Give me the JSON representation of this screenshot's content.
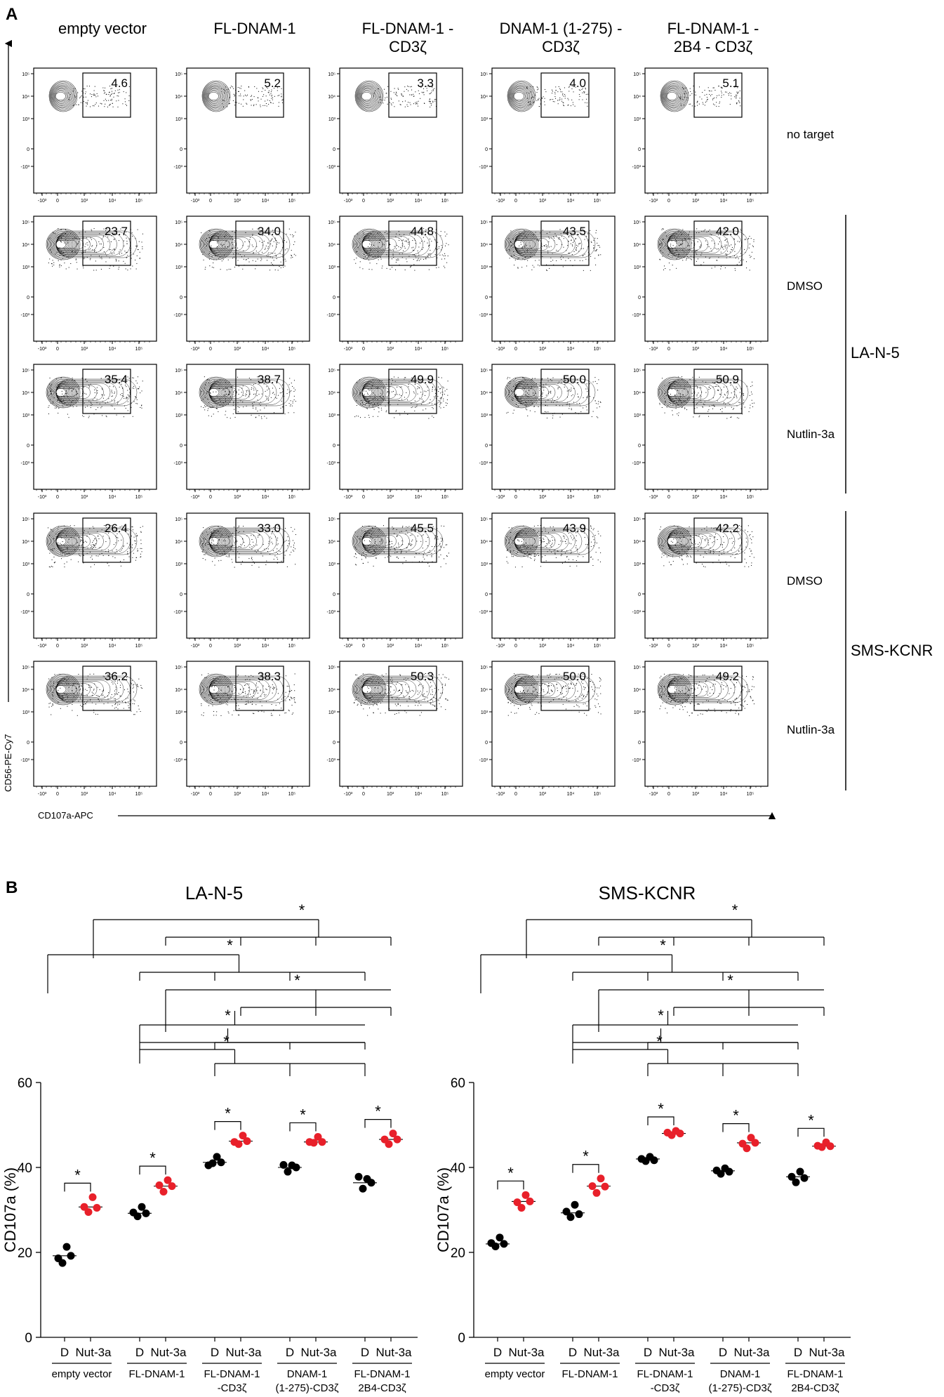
{
  "panel_a": {
    "label": "A",
    "columns": [
      "empty vector",
      "FL-DNAM-1",
      "FL-DNAM-1 -|CD3ζ",
      "DNAM-1 (1-275) -|CD3ζ",
      "FL-DNAM-1 -|2B4 - CD3ζ"
    ],
    "rows": [
      "no target",
      "DMSO",
      "Nutlin-3a",
      "DMSO",
      "Nutlin-3a"
    ],
    "groups": [
      {
        "name": "LA-N-5",
        "rows": [
          1,
          2
        ]
      },
      {
        "name": "SMS-KCNR",
        "rows": [
          3,
          4
        ]
      }
    ],
    "y_axis_label": "CD56-PE-Cy7",
    "x_axis_label": "CD107a-APC",
    "y_tick_labels": [
      "10⁵",
      "10⁴",
      "10³",
      "0",
      "-10³"
    ],
    "x_tick_labels": [
      "-10³",
      "0",
      "10³",
      "10⁴",
      "10⁵"
    ]
  },
  "chart_data": [
    {
      "type": "table",
      "title": "",
      "rows": [
        "no target",
        "DMSO (LA-N-5)",
        "Nutlin-3a (LA-N-5)",
        "DMSO (SMS-KCNR)",
        "Nutlin-3a (SMS-KCNR)"
      ],
      "columns": [
        "empty vector",
        "FL-DNAM-1",
        "FL-DNAM-1 - CD3ζ",
        "DNAM-1 (1-275) - CD3ζ",
        "FL-DNAM-1 - 2B4 - CD3ζ"
      ],
      "gate_percentages": [
        [
          "4.6",
          "5.2",
          "3.3",
          "4.0",
          "5.1"
        ],
        [
          "23.7",
          "34.0",
          "44.8",
          "43.5",
          "42.0"
        ],
        [
          "35.4",
          "38.7",
          "49.9",
          "50.0",
          "50.9"
        ],
        [
          "26.4",
          "33.0",
          "45.5",
          "43.9",
          "42.2"
        ],
        [
          "36.2",
          "38.3",
          "50.3",
          "50.0",
          "49.2"
        ]
      ]
    },
    {
      "type": "scatter",
      "panel_label": "B",
      "title": "LA-N-5",
      "ylabel": "CD107a (%)",
      "ylim": [
        0,
        60
      ],
      "yticks": [
        0,
        20,
        40,
        60
      ],
      "x_tick_labels": [
        "D",
        "Nut-3a"
      ],
      "categories": [
        "empty vector",
        "FL-DNAM-1",
        "FL-DNAM-1|-CD3ζ",
        "DNAM-1|(1-275)-CD3ζ",
        "FL-DNAM-1|2B4-CD3ζ"
      ],
      "series": [
        {
          "color": "#000000",
          "values": [
            [
              18.6,
              17.5,
              21.3,
              19.2
            ],
            [
              29.4,
              28.5,
              30.7,
              29.2
            ],
            [
              40.5,
              41.0,
              42.5,
              41.2
            ],
            [
              40.6,
              39.0,
              40.5,
              40.0
            ],
            [
              37.8,
              35.0,
              37.3,
              36.4
            ]
          ],
          "medians": [
            19.2,
            29.2,
            41.2,
            40.0,
            36.4
          ]
        },
        {
          "color": "#e8202a",
          "values": [
            [
              30.7,
              29.5,
              33.0,
              30.5
            ],
            [
              35.8,
              34.3,
              37.0,
              35.6
            ],
            [
              46.0,
              45.5,
              47.5,
              46.2
            ],
            [
              46.0,
              45.8,
              47.2,
              46.0
            ],
            [
              46.6,
              45.5,
              48.0,
              46.6
            ]
          ],
          "medians": [
            30.7,
            35.6,
            46.2,
            46.0,
            46.6
          ]
        }
      ],
      "significance": [
        "*",
        "*",
        "*",
        "*",
        "*",
        "*",
        "*",
        "*",
        "*",
        "*"
      ]
    },
    {
      "type": "scatter",
      "title": "SMS-KCNR",
      "ylabel": "CD107a (%)",
      "ylim": [
        0,
        60
      ],
      "yticks": [
        0,
        20,
        40,
        60
      ],
      "x_tick_labels": [
        "D",
        "Nut-3a"
      ],
      "categories": [
        "empty vector",
        "FL-DNAM-1",
        "FL-DNAM-1|-CD3ζ",
        "DNAM-1|(1-275)-CD3ζ",
        "FL-DNAM-1|2B4-CD3ζ"
      ],
      "series": [
        {
          "color": "#000000",
          "values": [
            [
              22.2,
              21.4,
              23.5,
              22.0
            ],
            [
              29.6,
              28.3,
              31.2,
              29.0
            ],
            [
              42.0,
              41.5,
              42.5,
              41.7
            ],
            [
              39.3,
              38.5,
              39.8,
              39.0
            ],
            [
              37.8,
              36.5,
              39.0,
              37.5
            ]
          ],
          "medians": [
            22.0,
            29.3,
            42.0,
            39.2,
            37.8
          ]
        },
        {
          "color": "#e8202a",
          "values": [
            [
              31.8,
              30.5,
              33.5,
              32.0
            ],
            [
              35.6,
              34.0,
              37.4,
              35.5
            ],
            [
              48.2,
              47.6,
              48.6,
              48.0
            ],
            [
              45.6,
              44.5,
              47.0,
              45.8
            ],
            [
              45.1,
              44.8,
              45.9,
              45.0
            ]
          ],
          "medians": [
            32.0,
            35.6,
            48.0,
            45.8,
            45.0
          ]
        }
      ],
      "significance": [
        "*",
        "*",
        "*",
        "*",
        "*",
        "*",
        "*",
        "*",
        "*",
        "*"
      ]
    }
  ]
}
